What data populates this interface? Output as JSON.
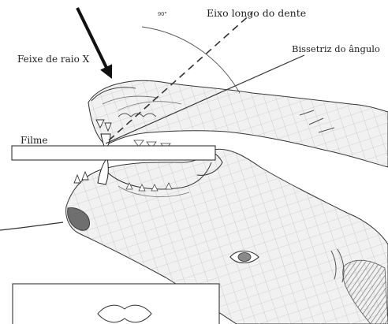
{
  "labels": {
    "long_axis": "Eixo longo do dente",
    "xray_beam": "Feixe de raio X",
    "bisector": "Bissetriz do ângulo",
    "film": "Filme",
    "angle_mark": "90°"
  },
  "colors": {
    "ink": "#222222",
    "skin_fill": "#f1f1f1",
    "skin_lines": "#9a9a9a",
    "nose_pad": "#6f6f6f",
    "fur_dark": "#8c8c8c"
  }
}
